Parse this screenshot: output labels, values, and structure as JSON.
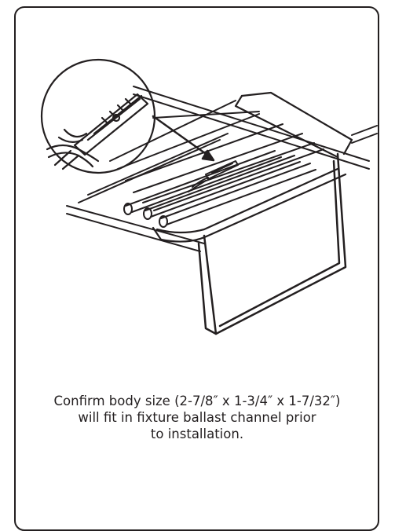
{
  "caption": {
    "line1": "Confirm body size (2-7/8″ x 1-3/4″ x 1-7/32″)",
    "line2": "will fit in fixture ballast channel prior",
    "line3": "to installation."
  },
  "colors": {
    "ink": "#231f20",
    "background": "#ffffff"
  }
}
